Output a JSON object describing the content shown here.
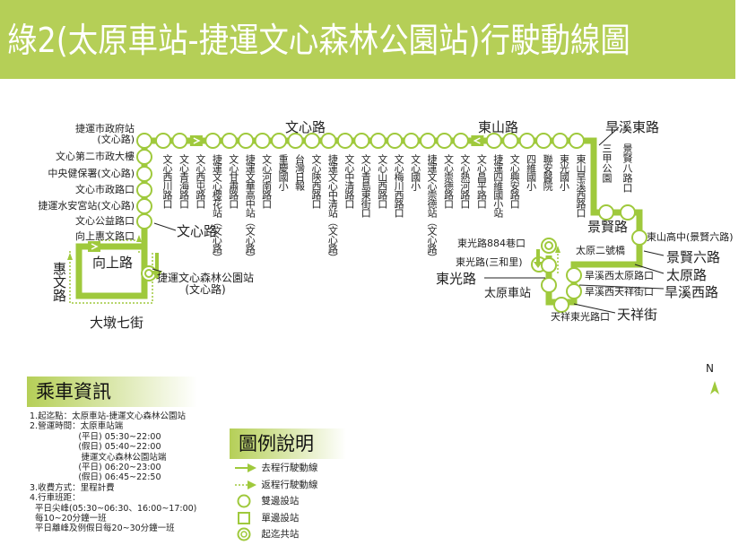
{
  "title": "綠2(太原車站-捷運文心森林公園站)行駛動線圖",
  "colors": {
    "header": "#b5cf57",
    "route": "#9fc93c"
  },
  "roads": {
    "wenxin_top": "文心路",
    "dongshan": "東山路",
    "hanxi_east": "旱溪東路",
    "wenxin_left": "文心路",
    "xiangshang": "向上路",
    "huiwen": "惠文路",
    "dadun7": "大墩七街",
    "jingxian": "景賢路",
    "jingxian6": "景賢六路",
    "taiyuan": "太原路",
    "hanxi_west": "旱溪西路",
    "tianxiang": "天祥街",
    "dongguang": "東光路"
  },
  "left_stops": [
    "捷運市政府站\n(文心路)",
    "文心第二市政大樓",
    "中央健保署(文心路)",
    "文心市政路口",
    "捷運水安宮站(文心路)",
    "文心公益路口",
    "向上惠文路口"
  ],
  "terminal_stop": "捷運文心森林公園站\n(文心路)",
  "top_stops": [
    "文心西川路口",
    "文心青海路口",
    "文心西屯路口",
    "捷運文心櫻花站(文心路)",
    "文心甘肅路口",
    "捷運文華高中站(文心路)",
    "文心河南路口",
    "重慶國小",
    "台灣日報",
    "文心陝西路口",
    "捷運文心中清站(文心路)",
    "文心中清路口",
    "文心青島東街口",
    "文心山西路口",
    "文心梅川西路口",
    "文心國小",
    "捷運文心崇德站(文心路)",
    "文心崇德路口",
    "文心熱河路口",
    "文心昌平路口",
    "捷運四維國小站",
    "文心興安路口",
    "四維國小",
    "聯安醫院",
    "東光國小",
    "東山旱溪西路口"
  ],
  "right_stops": {
    "sanjia": "三甲公園",
    "jingxian8": "景賢八路口",
    "dongshan_high": "東山高中(景賢六路)",
    "taiyuan2": "太原二號橋",
    "hx_taiyuan": "旱溪西太原路口",
    "hx_tianxiang": "旱溪西天祥街口",
    "tx_dongguang": "天祥東光路口",
    "taiyuan_station": "太原車站",
    "dg_sanhe": "東光路(三和里)",
    "dg_884": "東光路884巷口"
  },
  "north": "N",
  "info": {
    "heading": "乘車資訊",
    "lines": [
      "1.起迄點：太原車站-捷運文心森林公園站",
      "2.營運時間：太原車站端",
      "                  (平日) 05:30~22:00",
      "                  (假日) 05:40~22:00",
      "                   捷運文心森林公園站端",
      "                  (平日) 06:20~23:00",
      "                  (假日) 06:45~22:50",
      "3.收費方式：里程計費",
      "4.行車班距：",
      "  平日尖峰(05:30~06:30、16:00~17:00)",
      "  每10~20分鐘一班",
      "  平日離峰及例假日每20~30分鐘一班"
    ]
  },
  "legend": {
    "heading": "圖例說明",
    "items": [
      {
        "icon": "solid-arrow",
        "label": "去程行駛動線"
      },
      {
        "icon": "dotted-arrow",
        "label": "返程行駛動線"
      },
      {
        "icon": "circle",
        "label": "雙邊設站"
      },
      {
        "icon": "square",
        "label": "單邊設站"
      },
      {
        "icon": "double-circle",
        "label": "起迄共站"
      }
    ]
  }
}
